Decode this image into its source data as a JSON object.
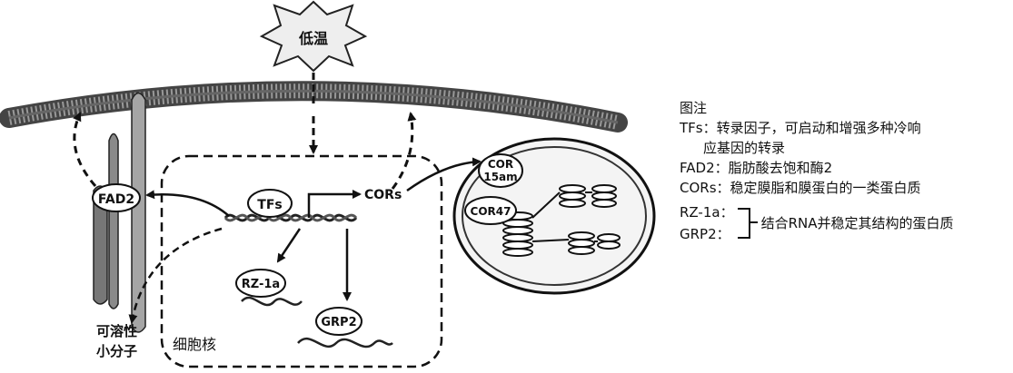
{
  "diagram": {
    "stimulus": "低温",
    "labels": {
      "fad2": "FAD2",
      "tfs": "TFs",
      "cors": "CORs",
      "rz1a": "RZ-1a",
      "grp2": "GRP2",
      "cor15am_line1": "COR",
      "cor15am_line2": "15am",
      "cor47": "COR47",
      "nucleus": "细胞核",
      "small_molecule_line1": "可溶性",
      "small_molecule_line2": "小分子"
    }
  },
  "legend": {
    "title": "图注",
    "tfs_line1": "TFs：转录因子，可启动和增强多种冷响",
    "tfs_line2": "应基因的转录",
    "fad2": "FAD2：脂肪酸去饱和酶2",
    "cors": "CORs：稳定膜脂和膜蛋白的一类蛋白质",
    "rz1a": "RZ-1a：",
    "grp2": "GRP2：",
    "rna_binding": "结合RNA并稳定其结构的蛋白质"
  }
}
